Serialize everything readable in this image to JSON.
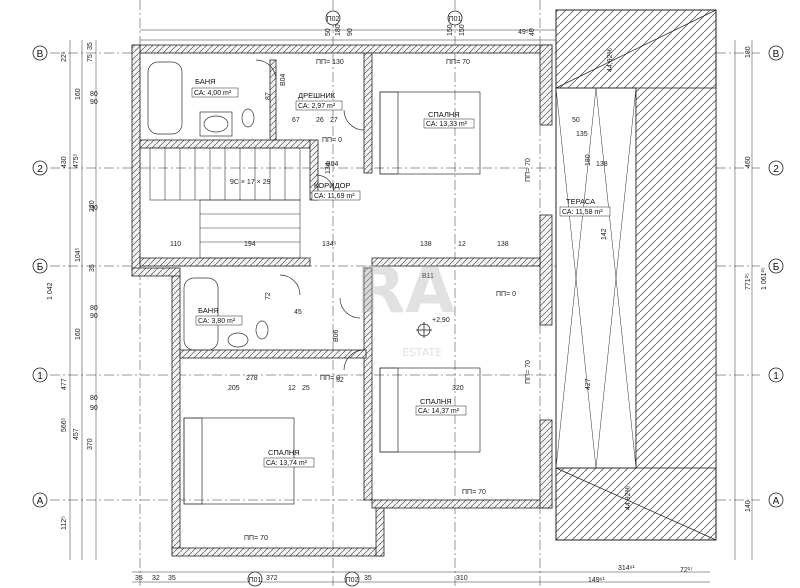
{
  "axes": {
    "columns": [
      "П01",
      "П02"
    ],
    "rows": [
      "В",
      "2",
      "Б",
      "1",
      "А"
    ]
  },
  "rooms": [
    {
      "id": "banya_upper",
      "name": "БАНЯ",
      "area": "СА: 4,00 m²"
    },
    {
      "id": "dreshnik",
      "name": "ДРЕШНИК",
      "area": "СА: 2,97 m²"
    },
    {
      "id": "spalnya_ne",
      "name": "СПАЛНЯ",
      "area": "СА: 13,33 m²"
    },
    {
      "id": "koridor",
      "name": "КОРИДОР",
      "area": "СА: 11,69 m²"
    },
    {
      "id": "terasa",
      "name": "ТЕРАСА",
      "area": "СА: 11,58 m²"
    },
    {
      "id": "banya_lower",
      "name": "БАНЯ",
      "area": "СА: 3,80 m²"
    },
    {
      "id": "spalnya_se",
      "name": "СПАЛНЯ",
      "area": "СА: 14,37 m²"
    },
    {
      "id": "spalnya_sw",
      "name": "СПАЛНЯ",
      "area": "СА: 13,74 m²"
    }
  ],
  "tags": {
    "door_b04_a": "В04",
    "door_b04_b": "В04",
    "door_b06": "В06",
    "door_b11": "В11",
    "level": "+2,90",
    "pp130": "ПП= 130",
    "pp70_top": "ПП= 70",
    "pp70_bottom": "ПП= 70",
    "pp70_bottom2": "ПП= 70",
    "pp0_a": "ПП= 0",
    "pp0_b": "ПП= 0",
    "pp0_c": "ПП= 0",
    "pp70_right": "ПП= 70",
    "pp70_right2": "ПП= 70",
    "stairs": "9С × 17 × 29"
  },
  "dimensions": {
    "top": [
      "50",
      "180",
      "90",
      "150",
      "150",
      "49⁵⁰",
      "40"
    ],
    "bottom": [
      "35",
      "32",
      "35",
      "372",
      "35",
      "310",
      "149⁶¹",
      "72¹⁷",
      "314⁶¹"
    ],
    "left": [
      "22⁵",
      "75",
      "35",
      "160",
      "90",
      "80",
      "90",
      "220",
      "90",
      "80",
      "104⁵",
      "35",
      "430",
      "475⁵",
      "1 042",
      "80",
      "90",
      "160",
      "477",
      "566⁵",
      "457",
      "370",
      "112⁵"
    ],
    "right": [
      "180",
      "460",
      "771²⁵",
      "1 061²⁵",
      "140"
    ],
    "interior": [
      "110",
      "194",
      "134⁵",
      "138",
      "138",
      "12",
      "205",
      "278",
      "320",
      "25",
      "12",
      "45",
      "67",
      "26",
      "27",
      "87",
      "72",
      "52",
      "135",
      "134",
      "180",
      "427",
      "44,92%",
      "44,92%",
      "50",
      "138",
      "142"
    ]
  },
  "watermark": {
    "main": "RA",
    "sub": "ESTATE"
  }
}
